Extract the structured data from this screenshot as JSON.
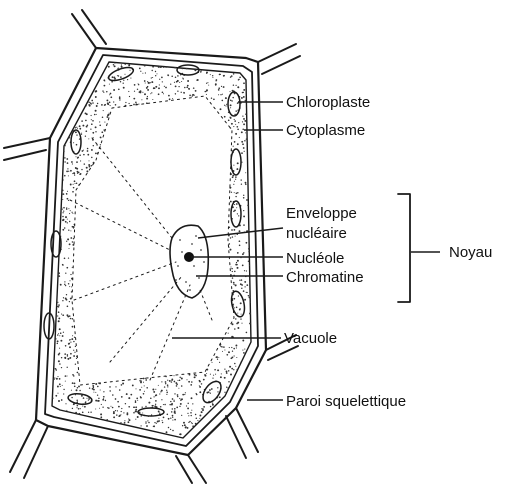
{
  "labels": {
    "chloroplaste": "Chloroplaste",
    "cytoplasme": "Cytoplasme",
    "enveloppe_line1": "Enveloppe",
    "enveloppe_line2": "nucléaire",
    "nucleole": "Nucléole",
    "chromatine": "Chromatine",
    "noyau": "Noyau",
    "vacuole": "Vacuole",
    "paroi": "Paroi squelettique"
  },
  "colors": {
    "ink": "#1a1a1a",
    "background": "#ffffff"
  }
}
